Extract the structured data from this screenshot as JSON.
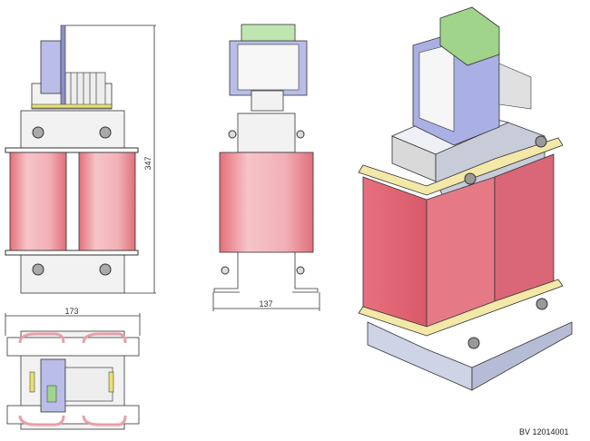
{
  "drawing": {
    "dimensions": {
      "height": "347",
      "depth": "137",
      "width": "173"
    },
    "part_code": "BV 12014001",
    "colors": {
      "coil": "#ee9aa0",
      "module": "#b9bde8",
      "pcb": "#9fd48a",
      "plate": "#f2f2f2"
    }
  }
}
